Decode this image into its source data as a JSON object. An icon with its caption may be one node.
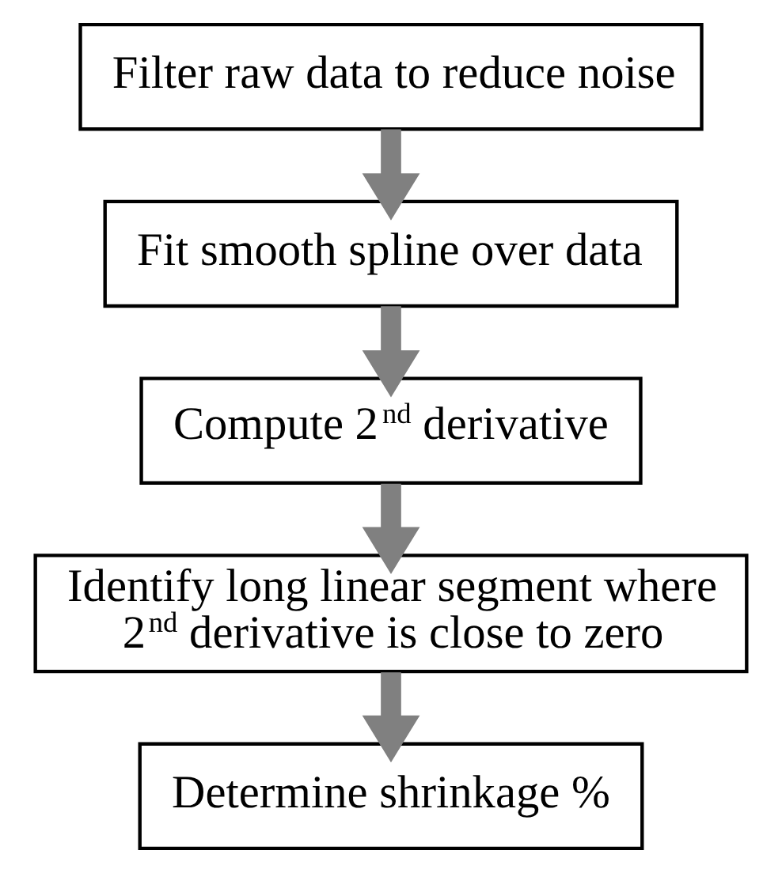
{
  "diagram": {
    "nodes": [
      {
        "text": [
          "Filter raw data to reduce noise"
        ]
      },
      {
        "text": [
          "Fit smooth spline over data"
        ]
      },
      {
        "text": [
          "Compute 2$^{nd}$ derivative"
        ]
      },
      {
        "text": [
          "Identify long linear segment where 2$^{nd}$ derivative is close to zero"
        ]
      },
      {
        "text": [
          "Determine shrinkage %"
        ]
      }
    ],
    "edges": [
      {
        "from": 0,
        "to": 1,
        "arrow": "to"
      },
      {
        "from": 1,
        "to": 2,
        "arrow": "to"
      },
      {
        "from": 2,
        "to": 3,
        "arrow": "to"
      },
      {
        "from": 3,
        "to": 4,
        "arrow": "to"
      }
    ]
  }
}
